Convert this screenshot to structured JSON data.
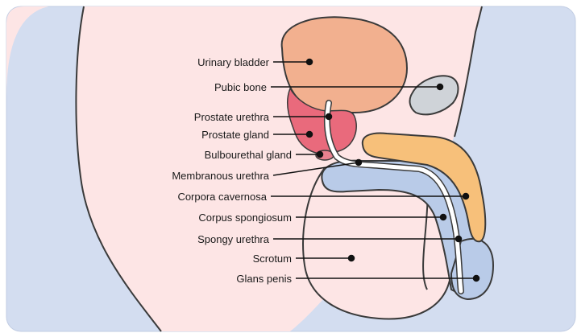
{
  "labels": {
    "urinary_bladder": "Urinary bladder",
    "pubic_bone": "Pubic bone",
    "prostate_urethra": "Prostate urethra",
    "prostate_gland": "Prostate gland",
    "bulbourethal_gland": "Bulbourethal gland",
    "membranous_urethra": "Membranous urethra",
    "corpora_cavernosa": "Corpora cavernosa",
    "corpus_spongiosum": "Corpus spongiosum",
    "spongy_urethra": "Spongy urethra",
    "scrotum": "Scrotum",
    "glans_penis": "Glans penis"
  },
  "colors": {
    "background_panel": "#d3ddf0",
    "body_skin": "#fde5e5",
    "outline": "#3a3a3a",
    "bladder": "#f2b08f",
    "pubic_bone": "#cfd3d8",
    "prostate": "#e96a7c",
    "bulbourethral": "#e8818f",
    "corpora_cavernosa": "#f7c07a",
    "corpus_spongiosum": "#b9cbe8",
    "urethra": "#ffffff",
    "leader_line": "#111111"
  }
}
